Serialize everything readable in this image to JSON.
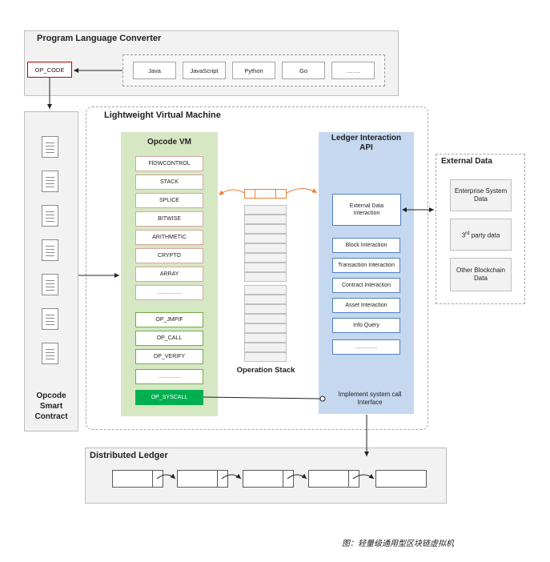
{
  "plc": {
    "title": "Program Language Converter",
    "opcode": "OP_CODE",
    "languages": [
      "Java",
      "JavaScript",
      "Python",
      "Go",
      "……."
    ]
  },
  "lvm": {
    "title": "Lightweight Virtual Machine"
  },
  "smart_contract": {
    "label_line1": "Opcode",
    "label_line2": "Smart",
    "label_line3": "Contract"
  },
  "opcode_vm": {
    "title": "Opcode VM",
    "ops": [
      "FlOWCONTROL",
      "STACK",
      "SPLICE",
      "BITWISE",
      "ARITHMETIC",
      "CRYPTO",
      "ARRAY",
      "…………."
    ],
    "green_ops": [
      "OP_JMPIF",
      "OP_CALL",
      "OP_VERIFY",
      "…………"
    ],
    "syscall": "OP_SYSCALL"
  },
  "operation_stack": {
    "label": "Operation Stack"
  },
  "ledger_api": {
    "title_line1": "Ledger Interaction",
    "title_line2": "API",
    "external_line1": "External Data",
    "external_line2": "Interaction",
    "items": [
      "Block Interaction",
      "Transaction Interaction",
      "Contract Interaction",
      "Asset Interaction",
      "Info Query",
      "…………"
    ],
    "impl_line1": "Implement system call",
    "impl_line2": "Interface"
  },
  "external_data": {
    "title": "External Data",
    "enterprise_line1": "Enterprise System",
    "enterprise_line2": "Data",
    "third_party_prefix": "3",
    "third_party_sup": "rd",
    "third_party_suffix": " party data",
    "other_line1": "Other Blockchain",
    "other_line2": "Data"
  },
  "ledger": {
    "title": "Distributed Ledger"
  },
  "caption": "图：轻量级通用型区块链虚拟机",
  "colors": {
    "opcode_vm_bg": "#d5e7c3",
    "ledger_api_bg": "#c5d8ef",
    "syscall": "#00b050",
    "arrow_orange": "#ed7d31"
  }
}
